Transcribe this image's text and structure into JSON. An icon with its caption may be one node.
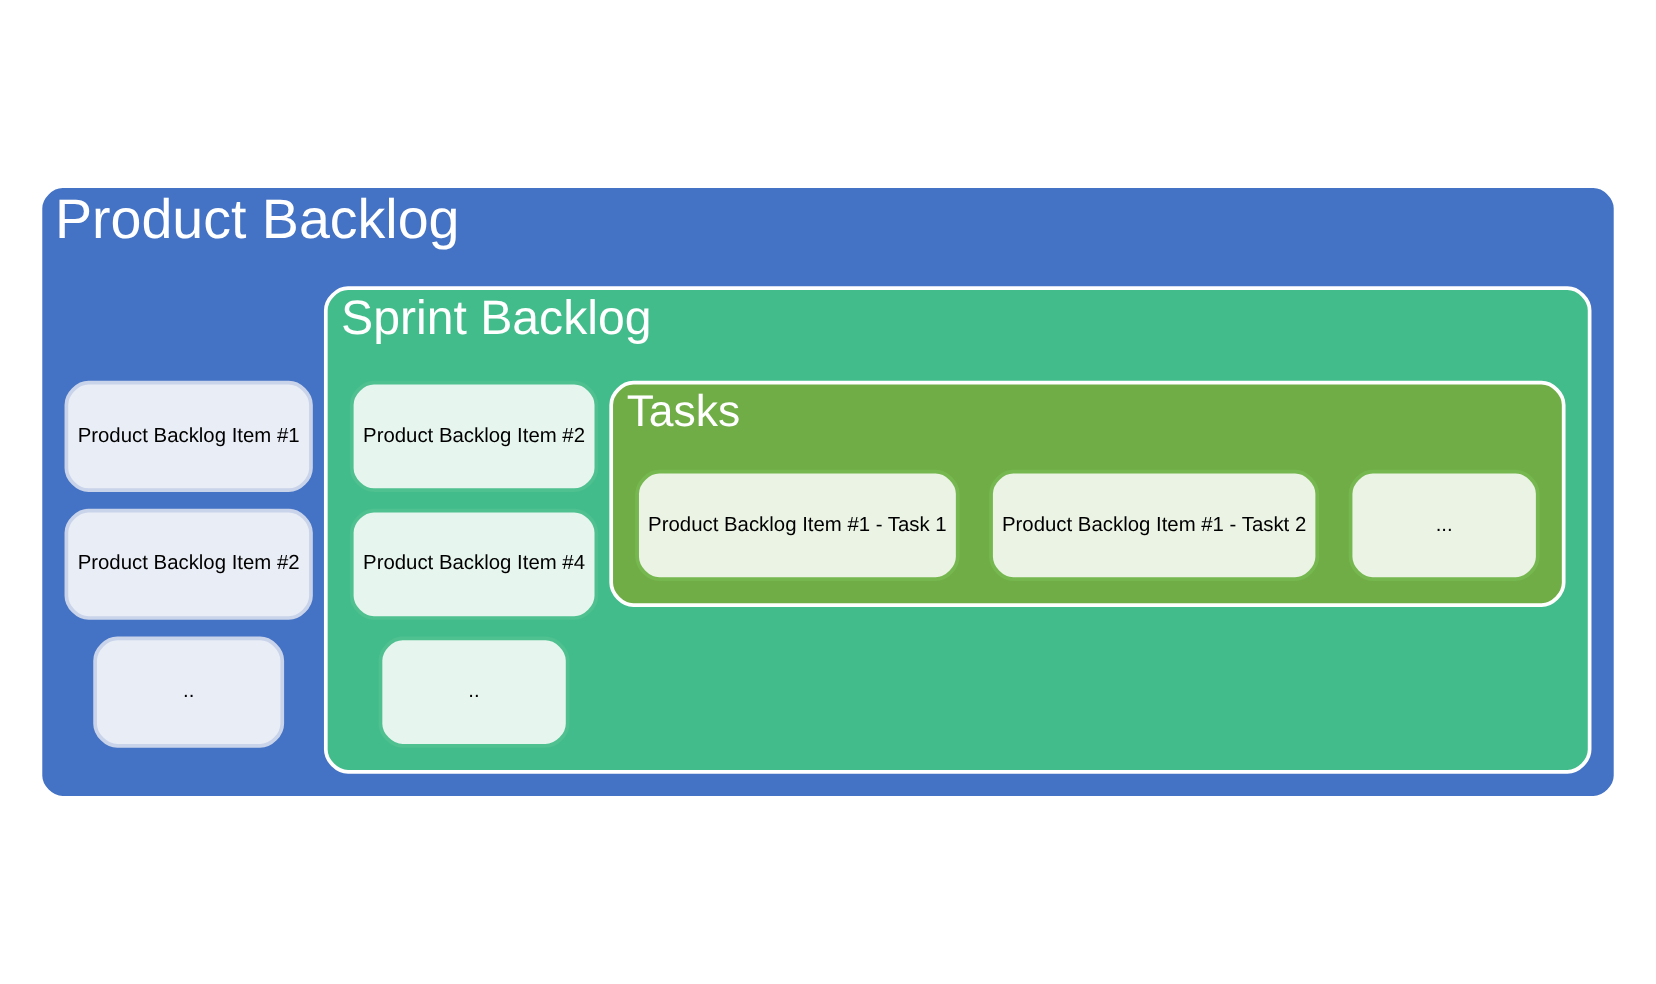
{
  "diagram": {
    "nodes": [
      {
        "text": [
          "Product Backlog"
        ]
      },
      {
        "text": [
          "Product Backlog Item #1"
        ],
        "in": 0
      },
      {
        "text": [
          "Product Backlog Item #2"
        ],
        "in": 0
      },
      {
        "text": [
          ".."
        ],
        "in": 0
      },
      {
        "text": [
          "Sprint Backlog"
        ],
        "in": 0
      },
      {
        "text": [
          "Product Backlog Item #2"
        ],
        "in": 4
      },
      {
        "text": [
          "Product Backlog Item #4"
        ],
        "in": 4
      },
      {
        "text": [
          ".."
        ],
        "in": 4
      },
      {
        "text": [
          "Tasks"
        ],
        "in": 4
      },
      {
        "text": [
          "Product Backlog Item #1 - Task 1"
        ],
        "in": 8
      },
      {
        "text": [
          "Product Backlog Item #1 - Taskt 2"
        ],
        "in": 8
      },
      {
        "text": [
          "..."
        ],
        "in": 8
      }
    ],
    "edges": []
  }
}
